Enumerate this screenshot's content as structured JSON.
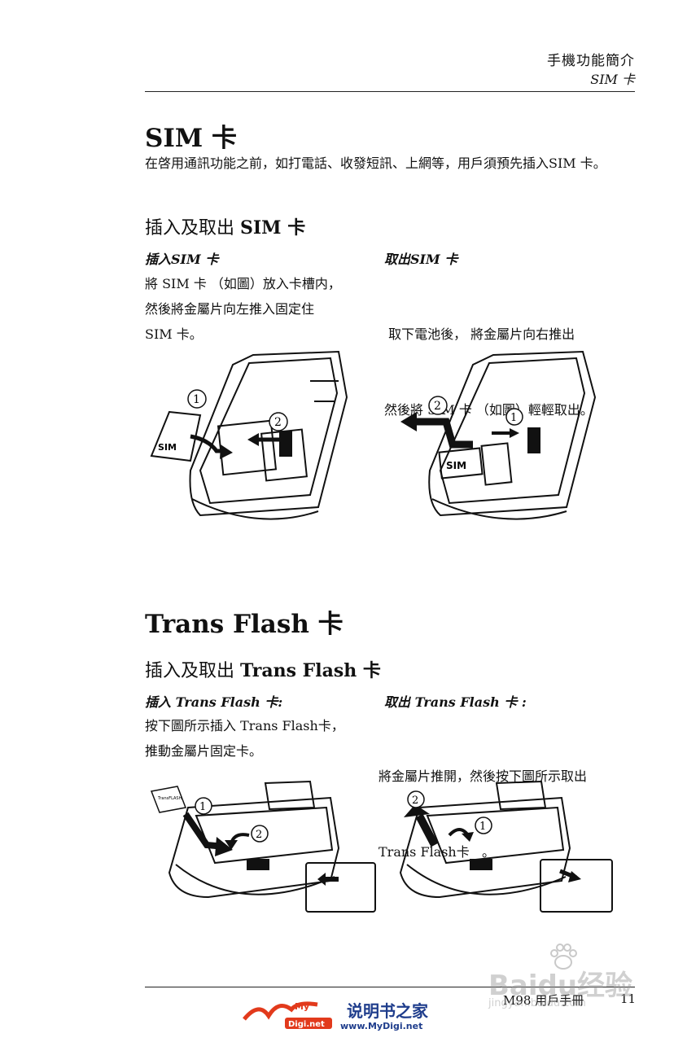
{
  "header": {
    "title": "手機功能簡介",
    "subtitle": "SIM  卡"
  },
  "sim": {
    "title": "SIM  卡",
    "intro": "在啓用通訊功能之前，如打電話、收發短訊、上網等，用戶須預先插入SIM 卡。",
    "section_title_a": "插入及取出 ",
    "section_title_b": "SIM 卡",
    "insert": {
      "heading": "插入SIM 卡",
      "lines": [
        "將 SIM 卡 （如圖）放入卡槽内，",
        "然後將金屬片向左推入固定住",
        "SIM 卡。"
      ]
    },
    "remove": {
      "heading": "取出SIM 卡",
      "lines": [
        " 取下電池後， 將金屬片向右推出",
        "然後將 SIM 卡 （如圖）輕輕取出。"
      ]
    },
    "fig_labels": {
      "card": "SIM",
      "step1": "1",
      "step2": "2"
    }
  },
  "tf": {
    "title": "Trans Flash  卡",
    "section_title_a": "插入及取出 ",
    "section_title_b": "Trans Flash 卡",
    "insert": {
      "heading": "插入 Trans Flash  卡:",
      "lines": [
        "按下圖所示插入 Trans Flash卡，",
        "推動金屬片固定卡。"
      ]
    },
    "remove": {
      "heading": "取出 Trans Flash  卡 :",
      "lines": [
        "將金屬片推開，然後按下圖所示取出",
        "Trans Flash卡   。"
      ]
    },
    "fig_labels": {
      "card": "TransFLASH",
      "step1": "1",
      "step2": "2"
    }
  },
  "footer": {
    "manual": "M98 用戶手冊",
    "page": "11",
    "logo_text": "说明书之家",
    "logo_url": "www.MyDigi.net",
    "logo_my": "My",
    "logo_digi": "Digi.net"
  },
  "watermark": {
    "text": "Baidu经验",
    "url": "jingyan.baidu.com"
  }
}
